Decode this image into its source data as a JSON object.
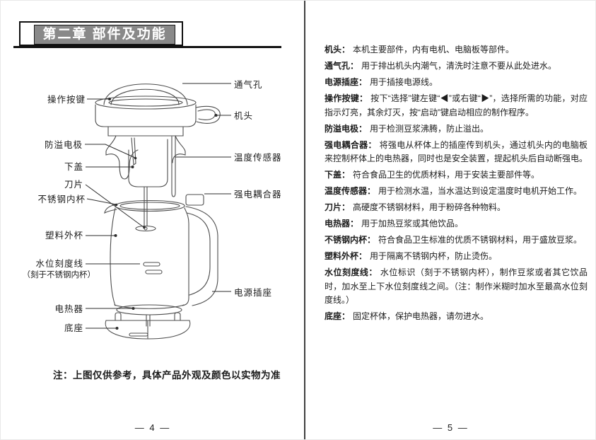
{
  "page": {
    "left": {
      "chapter_title": "第二章 部件及功能",
      "note": "注：上图仅供参考，具体产品外观及颜色以实物为准",
      "page_number": "— 4 —",
      "labels": {
        "operation_buttons": "操作按键",
        "anti_overflow_electrode": "防溢电极",
        "lower_cover": "下盖",
        "blade": "刀片",
        "stainless_inner_cup": "不锈钢内杯",
        "plastic_outer_cup": "塑料外杯",
        "water_level_line": "水位刻度线",
        "water_level_line_note": "（刻于不锈钢内杯）",
        "heater": "电热器",
        "base": "底座",
        "vent_hole": "通气孔",
        "machine_head": "机头",
        "temperature_sensor": "温度传感器",
        "strong_coupler": "强电耦合器",
        "power_socket": "电源插座"
      }
    },
    "right": {
      "page_number": "— 5 —",
      "entries": [
        {
          "term": "机头：",
          "desc": "本机主要部件，内有电机、电脑板等部件。"
        },
        {
          "term": "通气孔：",
          "desc": "用于排出机头内潮气，清洗时注意不要从此处进水。"
        },
        {
          "term": "电源插座：",
          "desc": "用于插接电源线。"
        },
        {
          "term": "操作按键：",
          "desc": "按下“选择”键左键“◀”或右键“▶”，选择所需的功能，对应指示灯亮，其余灯灭，按“启动”键启动相应的制作程序。"
        },
        {
          "term": "防溢电极：",
          "desc": "用于检测豆浆沸腾，防止溢出。"
        },
        {
          "term": "强电耦合器：",
          "desc": "将强电从杯体上的插座传到机头，通过机头内的电脑板来控制杯体上的电热器，同时也是安全装置，提起机头后自动断强电。"
        },
        {
          "term": "下盖：",
          "desc": "符合食品卫生的优质材料，用于安装主要部件等。"
        },
        {
          "term": "温度传感器：",
          "desc": "用于检测水温，当水温达到设定温度时电机开始工作。"
        },
        {
          "term": "刀片：",
          "desc": "高硬度不锈钢材料，用于粉碎各种物料。"
        },
        {
          "term": "电热器：",
          "desc": "用于加热豆浆或其他饮品。"
        },
        {
          "term": "不锈钢内杯：",
          "desc": "符合食品卫生标准的优质不锈钢材料，用于盛放豆浆。"
        },
        {
          "term": "塑料外杯：",
          "desc": "用于隔离不锈钢内杯，防止烫伤。"
        },
        {
          "term": "水位刻度线：",
          "desc": "水位标识（刻于不锈钢内杯），制作豆浆或者其它饮品时，加水至上下水位刻度线之间。（注：制作米糊时加水至最高水位刻度线。）"
        },
        {
          "term": "底座：",
          "desc": "固定杯体，保护电热器，请勿进水。"
        }
      ]
    }
  }
}
